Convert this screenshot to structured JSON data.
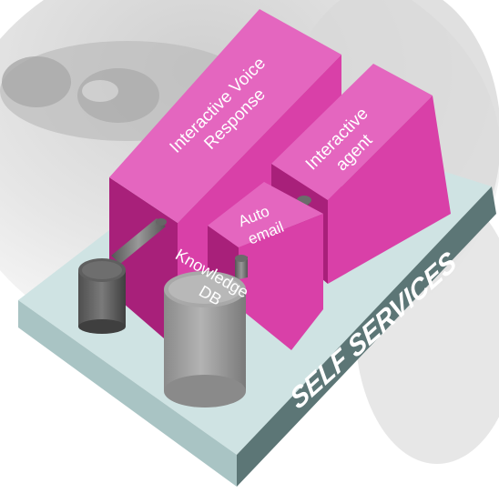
{
  "platform": {
    "label": "SELF SERVICES"
  },
  "components": {
    "ivr": {
      "line1": "Interactive Voice",
      "line2": "Response"
    },
    "agent": {
      "line1": "Interactive",
      "line2": "agent"
    },
    "email": {
      "line1": "Auto",
      "line2": "email"
    },
    "db": {
      "line1": "Knowledge",
      "line2": "DB"
    }
  },
  "colors": {
    "box_front": "#d940a8",
    "box_side": "#a8207a",
    "box_top": "#e466bf",
    "platform_top": "#cfe3e3",
    "platform_side": "#5c7676",
    "cylinder": "#9a9a9a"
  }
}
